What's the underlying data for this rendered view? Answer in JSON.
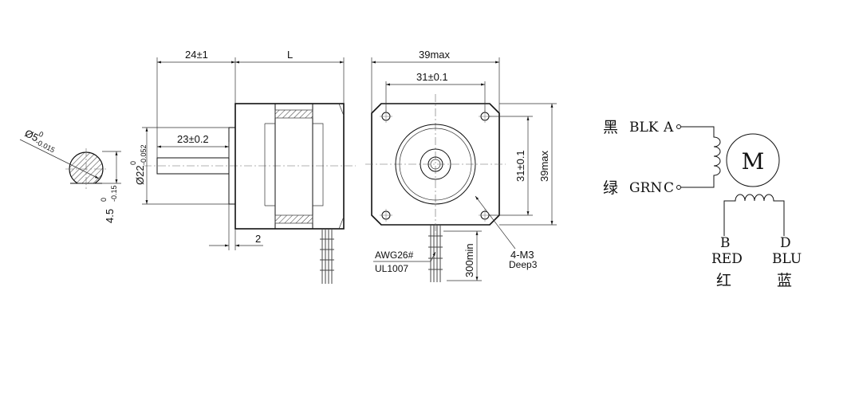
{
  "side_view": {
    "dim_flange": "24±1",
    "dim_body": "L",
    "dim_shaft": "23±0.2",
    "dim_step": "2",
    "pilot_dia": "Ø22",
    "pilot_tol_upper": "0",
    "pilot_tol_lower": "-0.052"
  },
  "shaft_section": {
    "dia": "Ø5",
    "dia_tol_upper": "0",
    "dia_tol_lower": "-0.015",
    "flat": "4.5",
    "flat_tol_upper": "0",
    "flat_tol_lower": "-0.15"
  },
  "front_view": {
    "dim_width": "39max",
    "dim_holes": "31±0.1",
    "dim_holes_v": "31±0.1",
    "dim_height": "39max",
    "screw": "4-M3",
    "screw_depth": "Deep3",
    "lead_length": "300min",
    "wire_gauge": "AWG26#",
    "wire_std": "UL1007"
  },
  "wiring": {
    "motor_symbol": "M",
    "a": {
      "cn": "黑",
      "color": "BLK",
      "pin": "A"
    },
    "c": {
      "cn": "绿",
      "color": "GRN",
      "pin": "C"
    },
    "b": {
      "pin": "B",
      "color": "RED",
      "cn": "红"
    },
    "d": {
      "pin": "D",
      "color": "BLU",
      "cn": "蓝"
    }
  }
}
